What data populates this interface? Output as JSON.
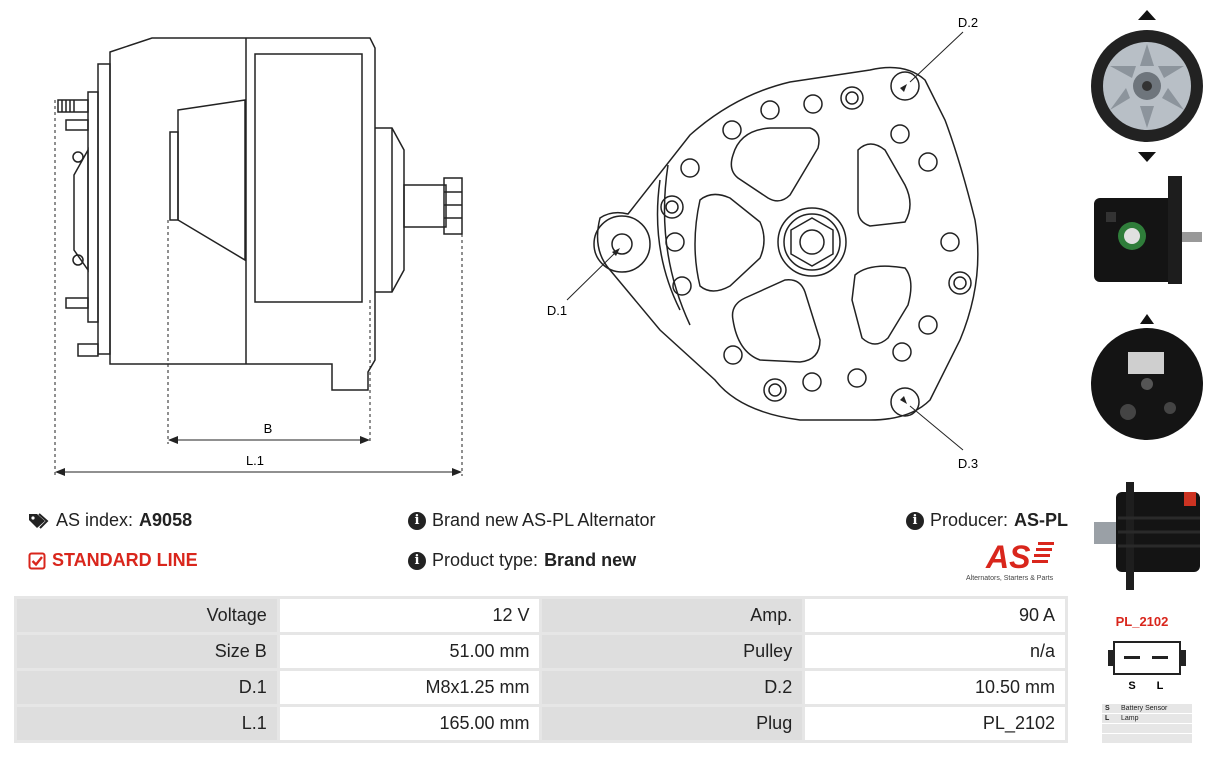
{
  "diagram": {
    "labels": {
      "b": "B",
      "l1": "L.1",
      "d1": "D.1",
      "d2": "D.2",
      "d3": "D.3"
    }
  },
  "info": {
    "as_index_label": "AS index:",
    "as_index_value": "A9058",
    "line": "STANDARD LINE",
    "description": "Brand new AS-PL Alternator",
    "product_type_label": "Product type:",
    "product_type_value": "Brand new",
    "producer_label": "Producer:",
    "producer_value": "AS-PL",
    "logo_text": "AS",
    "logo_tagline": "Alternators, Starters & Parts"
  },
  "specs": {
    "rows": [
      {
        "l1": "Voltage",
        "v1": "12 V",
        "l2": "Amp.",
        "v2": "90 A"
      },
      {
        "l1": "Size B",
        "v1": "51.00 mm",
        "l2": "Pulley",
        "v2": "n/a"
      },
      {
        "l1": "D.1",
        "v1": "M8x1.25 mm",
        "l2": "D.2",
        "v2": "10.50 mm"
      },
      {
        "l1": "L.1",
        "v1": "165.00 mm",
        "l2": "Plug",
        "v2": "PL_2102"
      }
    ]
  },
  "plug": {
    "title": "PL_2102",
    "pin_s": "S",
    "pin_l": "L",
    "legend": [
      {
        "code": "S",
        "desc": "Battery Sensor"
      },
      {
        "code": "L",
        "desc": "Lamp"
      },
      {
        "code": "",
        "desc": ""
      },
      {
        "code": "",
        "desc": ""
      }
    ]
  },
  "colors": {
    "accent": "#d9261c",
    "label_bg": "#dedede",
    "table_border": "#e6e6e6"
  }
}
